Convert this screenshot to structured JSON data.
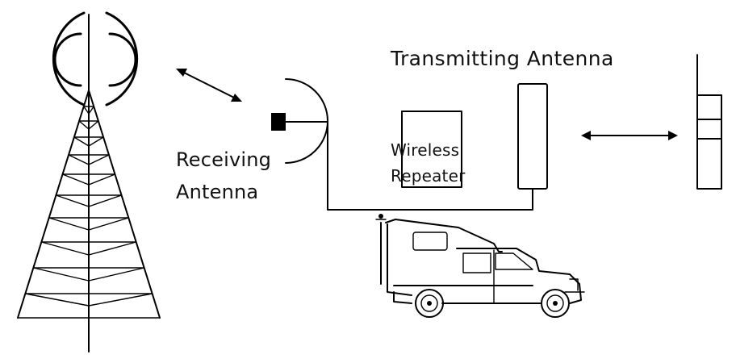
{
  "labels": {
    "transmitting_antenna": "Transmitting Antenna",
    "receiving_antenna_line1": "Receiving",
    "receiving_antenna_line2": "Antenna",
    "wireless_repeater_line1": "Wireless",
    "wireless_repeater_line2": "Repeater"
  },
  "icons": [
    "cell-tower-icon",
    "signal-waves-icon",
    "receiving-antenna-dish-icon",
    "wireless-repeater-box-icon",
    "transmitting-antenna-panel-icon",
    "mobile-phone-icon",
    "camper-truck-icon",
    "double-arrow-icon"
  ],
  "colors": {
    "line": "#000000",
    "background": "#ffffff"
  }
}
